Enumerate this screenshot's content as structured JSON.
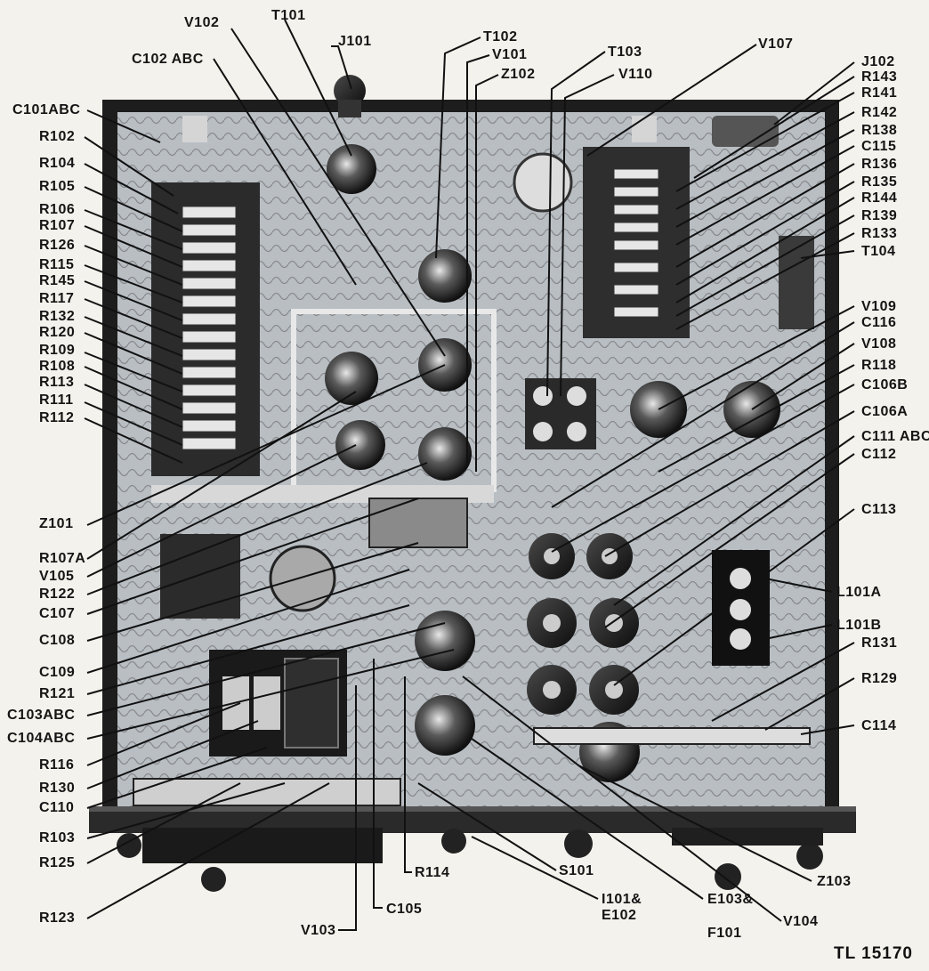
{
  "figure_id": "TL 15170",
  "labels": {
    "V102": "V102",
    "T101": "T101",
    "J101": "J101",
    "C102ABC": "C102 ABC",
    "T102": "T102",
    "V101": "V101",
    "Z102": "Z102",
    "T103": "T103",
    "V110": "V110",
    "V107": "V107",
    "J102": "J102",
    "R143": "R143",
    "R141": "R141",
    "R142": "R142",
    "R138": "R138",
    "C115": "C115",
    "R136": "R136",
    "R135": "R135",
    "R144": "R144",
    "R139": "R139",
    "R133": "R133",
    "T104": "T104",
    "V109": "V109",
    "C116": "C116",
    "V108": "V108",
    "R118": "R118",
    "C106B": "C106B",
    "C106A": "C106A",
    "C111ABC": "C111 ABC",
    "C112": "C112",
    "C113": "C113",
    "L101A": "L101A",
    "L101B": "L101B",
    "R131": "R131",
    "R129": "R129",
    "C114": "C114",
    "C101ABC": "C101ABC",
    "R102": "R102",
    "R104": "R104",
    "R105": "R105",
    "R106": "R106",
    "R107": "R107",
    "R126": "R126",
    "R115": "R115",
    "R145": "R145",
    "R117": "R117",
    "R132": "R132",
    "R120": "R120",
    "R109": "R109",
    "R108": "R108",
    "R113": "R113",
    "R111": "R111",
    "R112": "R112",
    "Z101": "Z101",
    "R107A": "R107A",
    "V105": "V105",
    "R122": "R122",
    "C107": "C107",
    "C108": "C108",
    "C109": "C109",
    "R121": "R121",
    "C103ABC": "C103ABC",
    "C104ABC": "C104ABC",
    "R116": "R116",
    "R130": "R130",
    "C110": "C110",
    "R103": "R103",
    "R125": "R125",
    "R123": "R123",
    "V103": "V103",
    "C105": "C105",
    "R114": "R114",
    "S101": "S101",
    "I101E102_1": "I101&",
    "I101E102_2": "E102",
    "E103F101_1": "E103&",
    "E103F101_2": "F101",
    "V104": "V104",
    "Z103": "Z103"
  }
}
